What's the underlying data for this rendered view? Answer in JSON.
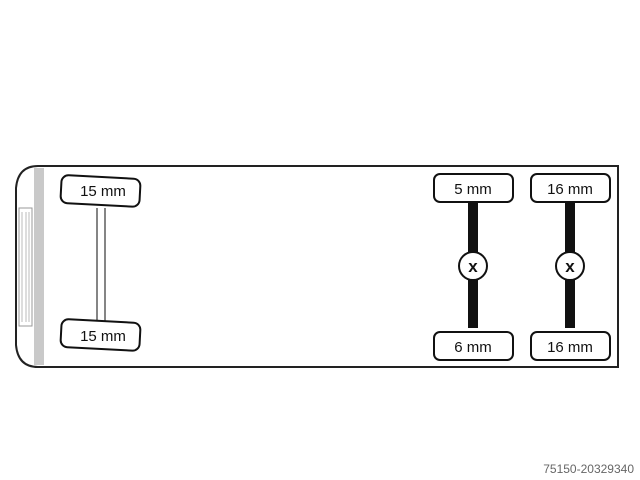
{
  "diagram": {
    "front_axle": {
      "left_tire": "15 mm",
      "right_tire": "15 mm"
    },
    "rear_axle_1": {
      "left_tire": "5 mm",
      "right_tire": "6 mm",
      "drive_mark": "x"
    },
    "rear_axle_2": {
      "left_tire": "16 mm",
      "right_tire": "16 mm",
      "drive_mark": "x"
    }
  },
  "footer": {
    "reference_id": "75150-20329340"
  },
  "colors": {
    "outline": "#111111",
    "cab_grey": "#c9c9c9",
    "background": "#ffffff"
  }
}
